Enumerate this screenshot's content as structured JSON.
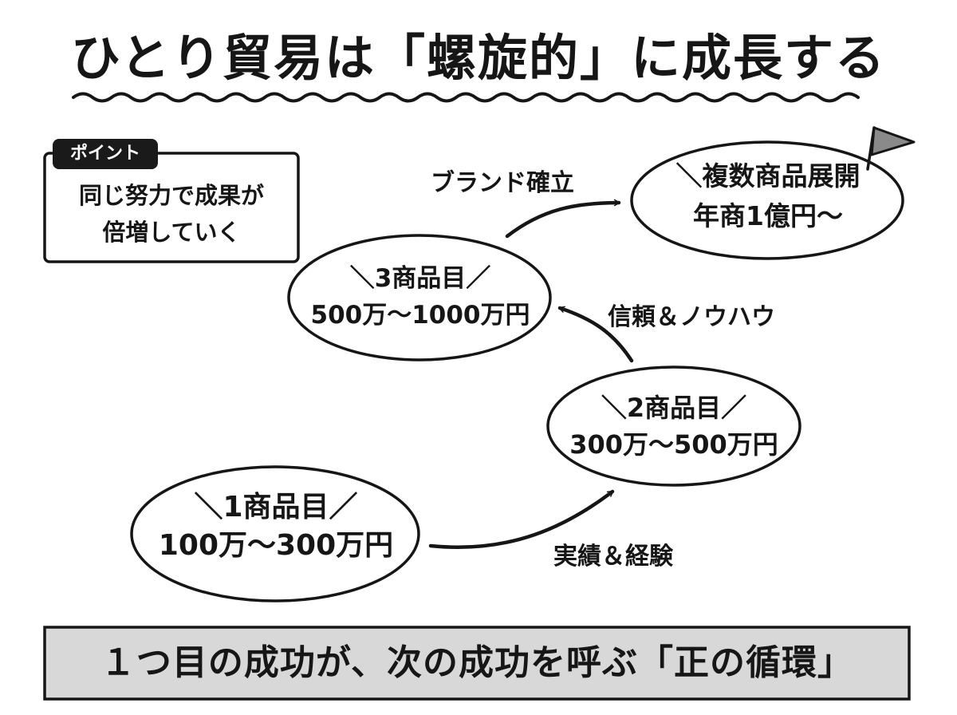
{
  "title": "ひとり貿易は「螺旋的」に成長する",
  "point": {
    "tag": "ポイント",
    "line1": "同じ努力で成果が",
    "line2": "倍増していく"
  },
  "nodes": [
    {
      "line1": "＼1商品目／",
      "line2": "100万〜300万円"
    },
    {
      "line1": "＼2商品目／",
      "line2": "300万〜500万円"
    },
    {
      "line1": "＼3商品目／",
      "line2": "500万〜1000万円"
    },
    {
      "line1": "＼複数商品展開",
      "line2": "年商1億円〜"
    }
  ],
  "arrows": [
    {
      "label": "実績＆経験"
    },
    {
      "label": "信頼＆ノウハウ"
    },
    {
      "label": "ブランド確立"
    }
  ],
  "bottom": "１つ目の成功が、次の成功を呼ぶ「正の循環」",
  "colors": {
    "ink": "#161616",
    "bottom_box": "#d8d8d8",
    "flag": "#8a8a8a"
  },
  "icons": [
    "flag-icon"
  ]
}
